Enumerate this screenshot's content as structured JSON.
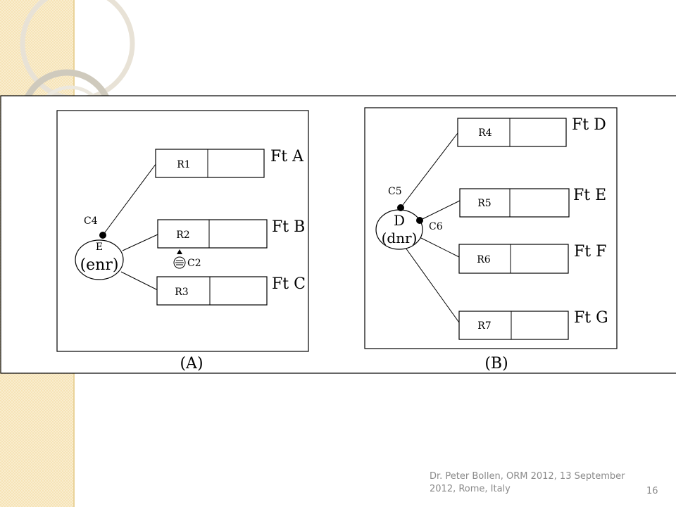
{
  "footer": {
    "text": "Dr. Peter Bollen, ORM 2012, 13 September 2012,  Rome, Italy",
    "page_number": "16"
  },
  "diagram": {
    "panel_a": {
      "caption": "(A)",
      "entity": {
        "name": "E",
        "code": "(enr)"
      },
      "constraints": {
        "c4": "C4",
        "c2": "C2"
      },
      "roles": [
        {
          "label": "R1",
          "fact": "Ft A"
        },
        {
          "label": "R2",
          "fact": "Ft B"
        },
        {
          "label": "R3",
          "fact": "Ft C"
        }
      ]
    },
    "panel_b": {
      "caption": "(B)",
      "entity": {
        "name": "D",
        "code": "(dnr)"
      },
      "constraints": {
        "c5": "C5",
        "c6": "C6"
      },
      "roles": [
        {
          "label": "R4",
          "fact": "Ft D"
        },
        {
          "label": "R5",
          "fact": "Ft E"
        },
        {
          "label": "R6",
          "fact": "Ft F"
        },
        {
          "label": "R7",
          "fact": "Ft G"
        }
      ]
    }
  }
}
